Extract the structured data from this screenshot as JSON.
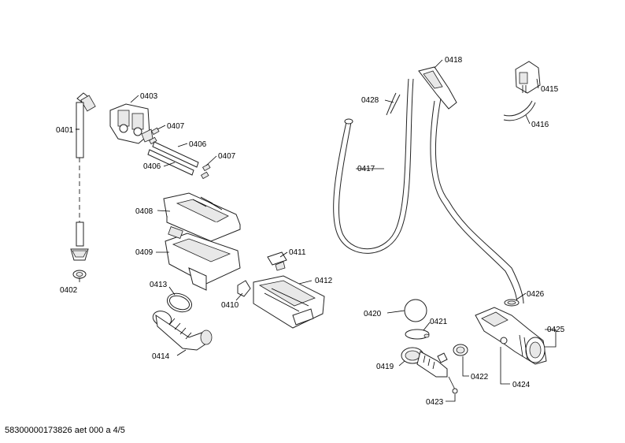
{
  "labels": {
    "p0401": "0401",
    "p0402": "0402",
    "p0403": "0403",
    "p0406a": "0406",
    "p0406b": "0406",
    "p0407a": "0407",
    "p0407b": "0407",
    "p0408": "0408",
    "p0409": "0409",
    "p0410": "0410",
    "p0411": "0411",
    "p0412": "0412",
    "p0413": "0413",
    "p0414": "0414",
    "p0415": "0415",
    "p0416": "0416",
    "p0417": "0417",
    "p0418": "0418",
    "p0419": "0419",
    "p0420": "0420",
    "p0421": "0421",
    "p0422": "0422",
    "p0423": "0423",
    "p0424": "0424",
    "p0425": "0425",
    "p0426": "0426",
    "p0428": "0428"
  },
  "footer": "58300000173826 aet 000 a 4/5"
}
